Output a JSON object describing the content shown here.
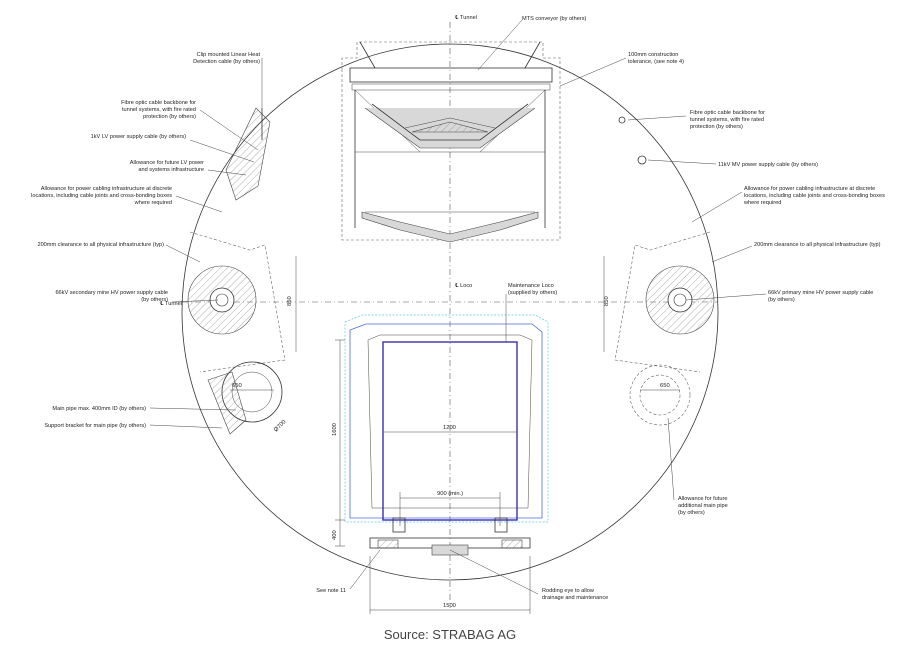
{
  "labels": {
    "tunnel_cl_top": "℄ Tunnel",
    "mts_conveyor": "MTS conveyor (by others)",
    "construction_tolerance": "100mm construction tolerance, (see note 4)",
    "lhd_cable": "Clip mounted Linear Heat Detection cable (by others)",
    "fibre_left": "Fibre optic cable backbone for tunnel systems, with fire rated protection (by others)",
    "lv_power": "1kV LV power supply cable (by others)",
    "future_lv": "Allowance for future LV power and systems infrastructure",
    "cabling_left": "Allowance for power cabling infrastructure at discrete locations, including cable joints and cross-bonding boxes where required",
    "clearance_left": "200mm clearance to all physical infrastructure (typ)",
    "hv_secondary": "66kV secondary mine HV power supply cable (by others)",
    "tunnel_cl_left": "℄ Tunnel",
    "main_pipe": "Main pipe max. 400mm ID (by others)",
    "support_bracket": "Support bracket for main pipe (by others)",
    "fibre_right": "Fibre optic cable backbone for tunnel systems, with fire rated protection (by others)",
    "mv_power": "11kV MV power supply cable (by others)",
    "cabling_right": "Allowance for power cabling infrastructure at discrete locations, including cable joints and cross-bonding boxes where required",
    "clearance_right": "200mm clearance to all physical infrastructure (typ)",
    "hv_primary": "66kV primary mine HV power supply cable (by others)",
    "loco_cl": "℄ Loco",
    "maintenance_loco": "Maintenance Loco (supplied by others)",
    "future_pipe": "Allowance for future additional main pipe (by others)",
    "note_11": "See note 11",
    "rodding_eye": "Rodding eye to allow drainage and maintenance"
  },
  "dimensions": {
    "d650_left": "650",
    "d650_right": "650",
    "d850_left": "850",
    "d850_right": "850",
    "d1600": "1600",
    "d1200": "1200",
    "d900": "900 (min.)",
    "d400": "400",
    "d1500": "1500",
    "d700": "Ø700"
  },
  "source": "Source: STRABAG AG"
}
